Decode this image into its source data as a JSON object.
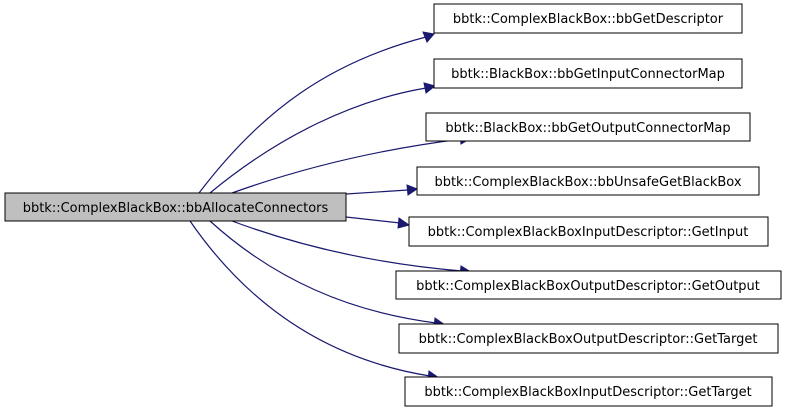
{
  "colors": {
    "root_fill": "#bfbfbf",
    "node_fill": "#ffffff",
    "border": "#000000",
    "edge": "#191970"
  },
  "graph": {
    "root": {
      "label": "bbtk::ComplexBlackBox::bbAllocateConnectors"
    },
    "callees": [
      {
        "label": "bbtk::ComplexBlackBox::bbGetDescriptor"
      },
      {
        "label": "bbtk::BlackBox::bbGetInputConnectorMap"
      },
      {
        "label": "bbtk::BlackBox::bbGetOutputConnectorMap"
      },
      {
        "label": "bbtk::ComplexBlackBox::bbUnsafeGetBlackBox"
      },
      {
        "label": "bbtk::ComplexBlackBoxInputDescriptor::GetInput"
      },
      {
        "label": "bbtk::ComplexBlackBoxOutputDescriptor::GetOutput"
      },
      {
        "label": "bbtk::ComplexBlackBoxOutputDescriptor::GetTarget"
      },
      {
        "label": "bbtk::ComplexBlackBoxInputDescriptor::GetTarget"
      }
    ]
  }
}
